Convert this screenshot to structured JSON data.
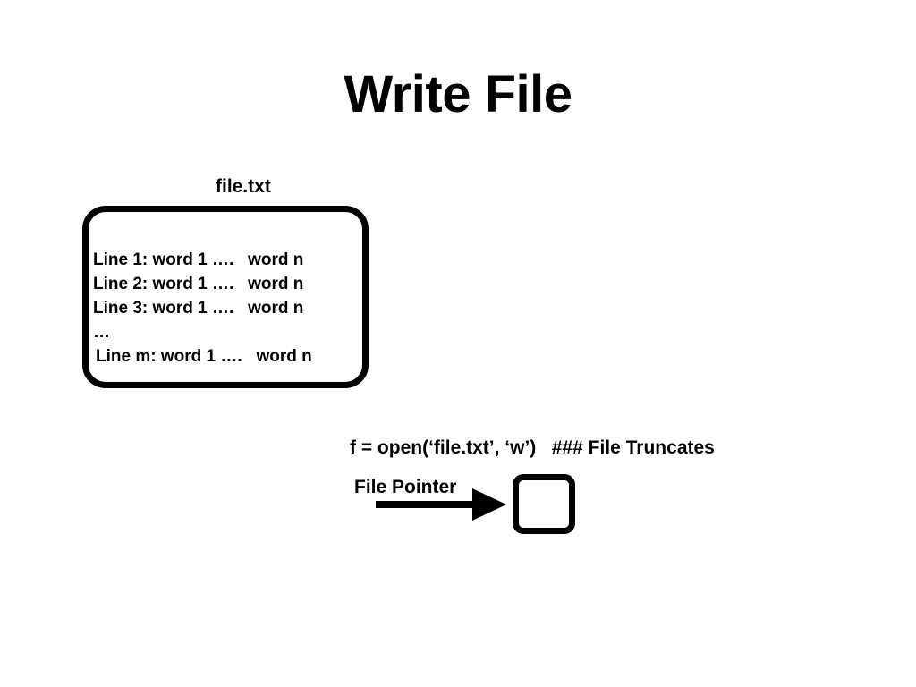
{
  "title": "Write File",
  "file": {
    "name": "file.txt",
    "lines": [
      "Line 1: word 1 ….   word n",
      "Line 2: word 1 ….   word n",
      "Line 3: word 1 ….   word n",
      "…",
      "Line m: word 1 ….   word n"
    ]
  },
  "code": "f = open(‘file.txt’, ‘w’)   ### File Truncates",
  "pointer": {
    "label": "File Pointer"
  },
  "colors": {
    "foreground": "#000000",
    "background": "#ffffff"
  },
  "icons": {
    "arrow": "right-arrow-icon"
  }
}
